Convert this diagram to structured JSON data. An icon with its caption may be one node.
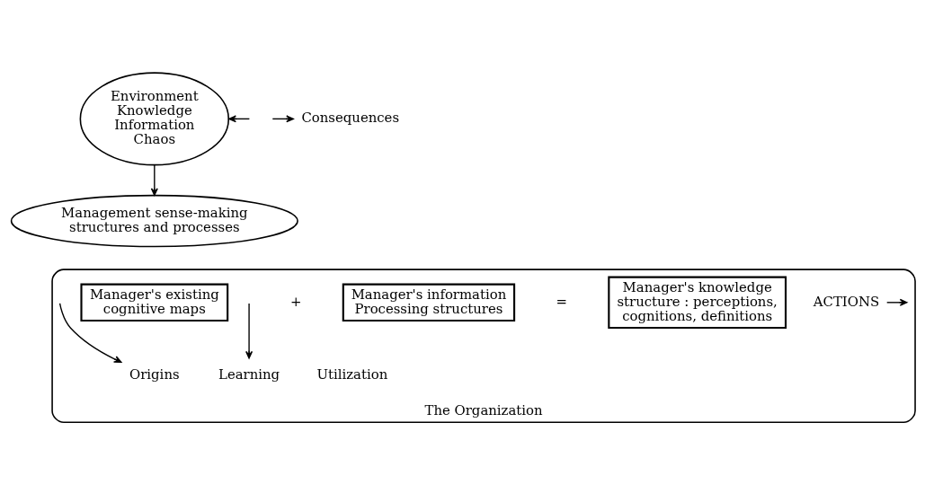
{
  "diagram": {
    "nodes": [
      {
        "text": [
          "Environment",
          "Knowledge",
          "Information",
          "Chaos"
        ]
      },
      {
        "text": [
          "The Organization"
        ]
      },
      {
        "text": [
          "Management sense-making structures and processes"
        ]
      },
      {
        "text": [
          "Manager's existing cognitive maps"
        ],
        "in": 1
      },
      {
        "text": [
          "Manager's information Processing structures"
        ],
        "in": 1
      },
      {
        "text": [
          "Manager's knowledge structure : perceptions, cognitions, definitions"
        ],
        "in": 1
      },
      {
        "text": [
          "ACTIONS"
        ],
        "in": 1
      },
      {
        "text": [
          "Consequences"
        ]
      },
      {
        "text": [
          "Origins"
        ],
        "in": 1
      },
      {
        "text": [
          "Learning"
        ],
        "in": 1
      }
    ],
    "edges": [
      {
        "from": 0,
        "to": 2,
        "arrow": "to"
      },
      {
        "from": 6,
        "to": null,
        "arrow": "to"
      },
      {
        "from": null,
        "to": 7,
        "arrow": "to"
      },
      {
        "from": null,
        "to": 8,
        "arrow": "to"
      },
      {
        "from": null,
        "to": 9,
        "arrow": "to"
      },
      {
        "from": null,
        "to": 0,
        "arrow": "to"
      }
    ],
    "labels": [
      "+",
      "=",
      "Utilization"
    ]
  }
}
